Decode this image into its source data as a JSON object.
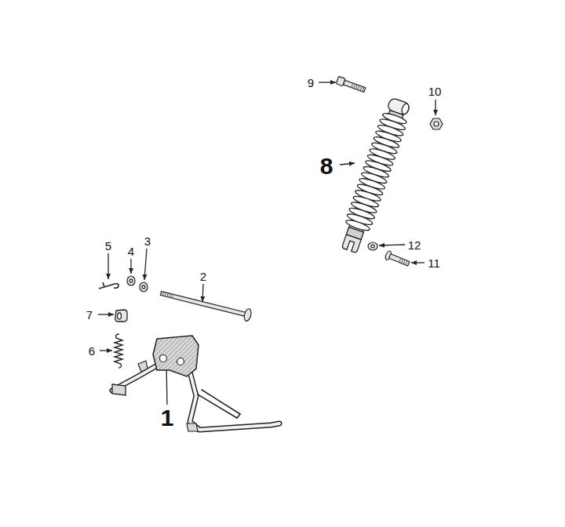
{
  "diagram": {
    "labels": [
      "9",
      "10",
      "8",
      "5",
      "4",
      "3",
      "2",
      "12",
      "11",
      "7",
      "6",
      "1"
    ]
  }
}
